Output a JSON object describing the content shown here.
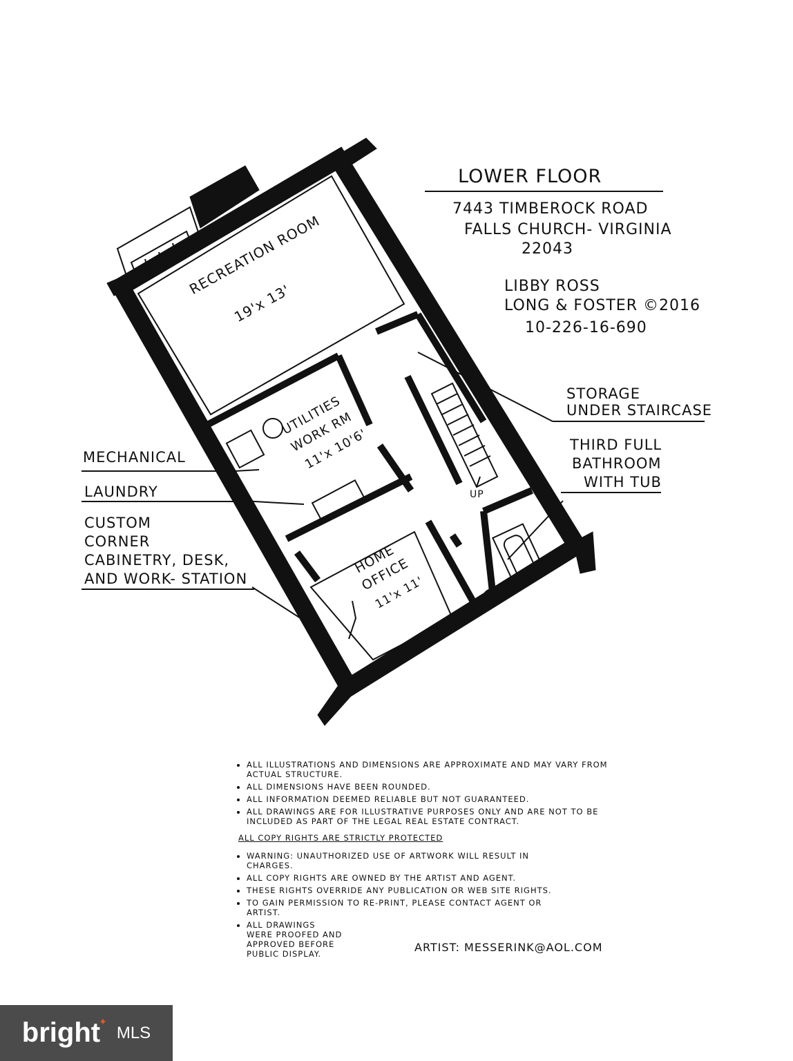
{
  "header": {
    "title": "LOWER FLOOR",
    "address_line1": "7443 TIMBEROCK ROAD",
    "address_line2": "FALLS CHURCH- VIRGINIA",
    "zip": "22043",
    "agent_name": "LIBBY ROSS",
    "agent_company": "LONG & FOSTER ©2016",
    "agent_phone": "10-226-16-690"
  },
  "rooms": {
    "recreation_name": "RECREATION ROOM",
    "recreation_size": "19'x 13'",
    "utilities_name": "UTILITIES",
    "utilities_sub": "WORK RM",
    "utilities_size": "11'x 10'6'",
    "office_name_1": "HOME",
    "office_name_2": "OFFICE",
    "office_size": "11'x 11'",
    "stairs_label": "UP"
  },
  "callouts": {
    "mechanical": "MECHANICAL",
    "laundry": "LAUNDRY",
    "custom_1": "CUSTOM",
    "custom_2": "CORNER",
    "custom_3": "CABINETRY, DESK,",
    "custom_4": "AND WORK- STATION",
    "storage_1": "STORAGE",
    "storage_2": "UNDER STAIRCASE",
    "bath_1": "THIRD FULL",
    "bath_2": "BATHROOM",
    "bath_3": "WITH TUB"
  },
  "notes": {
    "items_a": [
      "ALL ILLUSTRATIONS AND DIMENSIONS ARE APPROXIMATE AND MAY VARY FROM ACTUAL STRUCTURE.",
      "ALL DIMENSIONS HAVE BEEN ROUNDED.",
      "ALL INFORMATION DEEMED RELIABLE BUT NOT GUARANTEED.",
      "ALL DRAWINGS ARE FOR ILLUSTRATIVE PURPOSES ONLY AND ARE NOT TO BE INCLUDED AS PART OF THE LEGAL REAL ESTATE CONTRACT."
    ],
    "copyright_heading": "ALL COPY RIGHTS ARE STRICTLY PROTECTED",
    "items_b": [
      "WARNING: UNAUTHORIZED USE OF ARTWORK WILL RESULT IN CHARGES.",
      "ALL COPY RIGHTS ARE OWNED BY THE ARTIST AND AGENT.",
      "THESE RIGHTS OVERRIDE ANY PUBLICATION OR WEB SITE RIGHTS.",
      "TO GAIN PERMISSION TO RE-PRINT, PLEASE CONTACT AGENT OR ARTIST.",
      "ALL DRAWINGS WERE PROOFED AND APPROVED BEFORE PUBLIC DISPLAY."
    ],
    "artist": "ARTIST: MESSERINK@AOL.COM"
  },
  "logo": {
    "brand": "bright",
    "suffix": "MLS"
  },
  "colors": {
    "ink": "#111111",
    "badge_bg": "#4b4b4b",
    "badge_accent": "#e35a2b"
  }
}
